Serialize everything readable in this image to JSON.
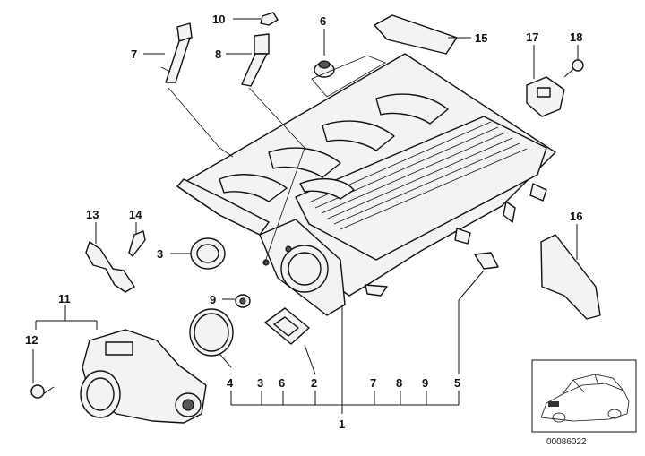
{
  "callouts": {
    "c1": "1",
    "c2": "2",
    "c3": "3",
    "c4": "4",
    "c5": "5",
    "c6": "6",
    "c7": "7",
    "c8": "8",
    "c9": "9",
    "c10": "10",
    "c11": "11",
    "c12": "12",
    "c13": "13",
    "c14": "14",
    "c15": "15",
    "c16": "16",
    "c17": "17",
    "c18": "18"
  },
  "bottom_row": {
    "b4": "4",
    "b3": "3",
    "b6": "6",
    "b2": "2",
    "b7": "7",
    "b8": "8",
    "b9": "9",
    "b5": "5"
  },
  "diagram_code": "00086022"
}
